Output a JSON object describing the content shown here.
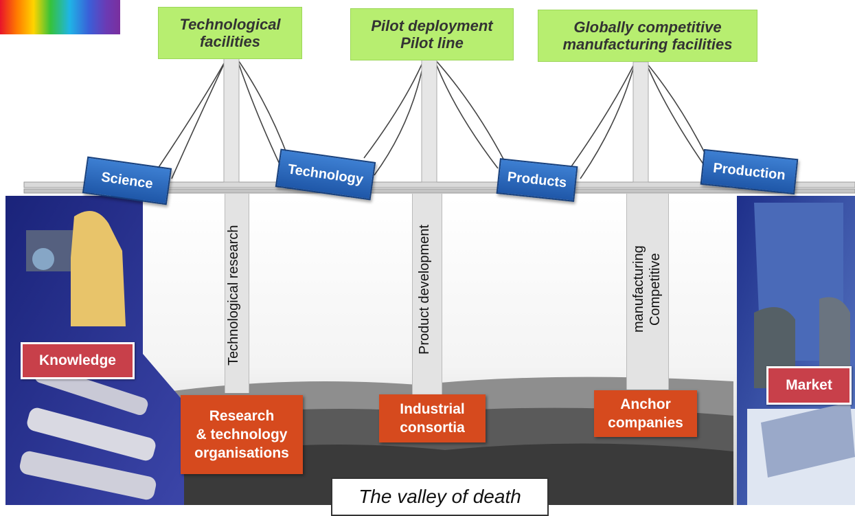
{
  "towers": [
    {
      "line1": "Technological",
      "line2": "facilities"
    },
    {
      "line1": "Pilot deployment",
      "line2": "Pilot line"
    },
    {
      "line1": "Globally competitive",
      "line2": "manufacturing facilities"
    }
  ],
  "signs": [
    "Science",
    "Technology",
    "Products",
    "Production"
  ],
  "pillars": {
    "research": "Technological research",
    "development": "Product development",
    "manufacturing_line1": "Competitive",
    "manufacturing_line2": "manufacturing"
  },
  "bases": {
    "rto": [
      "Research",
      "& technology",
      "organisations"
    ],
    "consortia": [
      "Industrial",
      "consortia"
    ],
    "anchor": [
      "Anchor",
      "companies"
    ]
  },
  "sides": {
    "left": "Knowledge",
    "right": "Market"
  },
  "valley": "The valley of death",
  "colors": {
    "tower_label": "#b7ee70",
    "sign": "#2a66bd",
    "base_box": "#d64a1e",
    "side_label": "#c8404a"
  }
}
